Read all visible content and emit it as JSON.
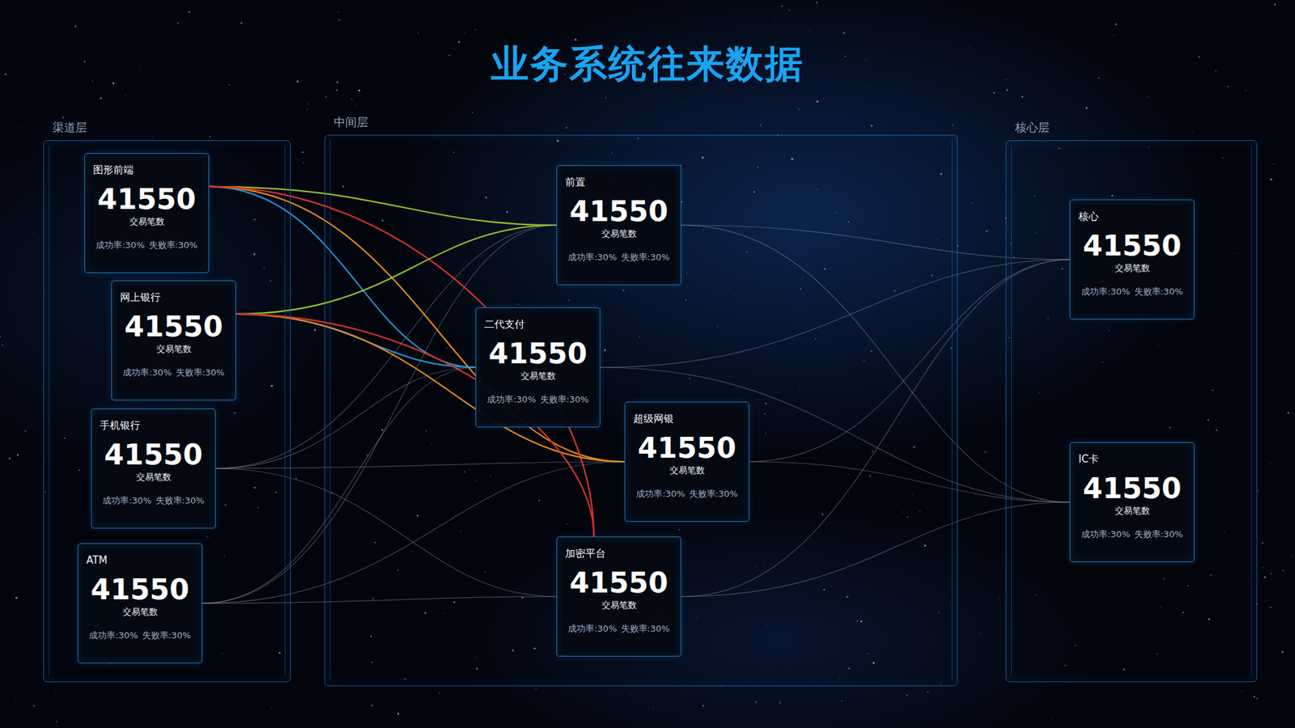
{
  "diagram": {
    "title": "业务系统往来数据",
    "nodes": [
      {
        "text": [
          "渠道层"
        ]
      },
      {
        "text": [
          "图形前端",
          "41550",
          "交易笔数",
          "成功率:30%",
          "失败率:30%"
        ],
        "in": 0
      },
      {
        "text": [
          "网上银行",
          "41550",
          "交易笔数",
          "成功率:30%",
          "失败率:30%"
        ],
        "in": 0
      },
      {
        "text": [
          "手机银行",
          "41550",
          "交易笔数",
          "成功率:30%",
          "失败率:30%"
        ],
        "in": 0
      },
      {
        "text": [
          "ATM",
          "41550",
          "交易笔数",
          "成功率:30%",
          "失败率:30%"
        ],
        "in": 0
      },
      {
        "text": [
          "中间层"
        ]
      },
      {
        "text": [
          "前置",
          "41550",
          "交易笔数",
          "成功率:30%",
          "失败率:30%"
        ],
        "in": 5
      },
      {
        "text": [
          "二代支付",
          "41550",
          "交易笔数",
          "成功率:30%",
          "失败率:30%"
        ],
        "in": 5
      },
      {
        "text": [
          "超级网银",
          "41550",
          "交易笔数",
          "成功率:30%",
          "失败率:30%"
        ],
        "in": 5
      },
      {
        "text": [
          "加密平台",
          "41550",
          "交易笔数",
          "成功率:30%",
          "失败率:30%"
        ],
        "in": 5
      },
      {
        "text": [
          "核心层"
        ]
      },
      {
        "text": [
          "核心",
          "41550",
          "交易笔数",
          "成功率:30%",
          "失败率:30%"
        ],
        "in": 10
      },
      {
        "text": [
          "IC卡",
          "41550",
          "交易笔数",
          "成功率:30%",
          "失败率:30%"
        ],
        "in": 10
      }
    ],
    "edges": [
      {
        "from": 1,
        "to": 6,
        "arrow": "none"
      },
      {
        "from": 1,
        "to": 7,
        "arrow": "none"
      },
      {
        "from": 1,
        "to": 8,
        "arrow": "none"
      },
      {
        "from": 1,
        "to": 9,
        "arrow": "none"
      },
      {
        "from": 2,
        "to": 6,
        "arrow": "none"
      },
      {
        "from": 2,
        "to": 7,
        "arrow": "none"
      },
      {
        "from": 2,
        "to": 8,
        "arrow": "none"
      },
      {
        "from": 2,
        "to": 9,
        "arrow": "none"
      },
      {
        "from": 3,
        "to": 6,
        "arrow": "none"
      },
      {
        "from": 3,
        "to": 7,
        "arrow": "none"
      },
      {
        "from": 3,
        "to": 8,
        "arrow": "none"
      },
      {
        "from": 3,
        "to": 9,
        "arrow": "none"
      },
      {
        "from": 4,
        "to": 6,
        "arrow": "none"
      },
      {
        "from": 4,
        "to": 7,
        "arrow": "none"
      },
      {
        "from": 4,
        "to": 8,
        "arrow": "none"
      },
      {
        "from": 4,
        "to": 9,
        "arrow": "none"
      },
      {
        "from": 6,
        "to": 11,
        "arrow": "none"
      },
      {
        "from": 7,
        "to": 11,
        "arrow": "none"
      },
      {
        "from": 8,
        "to": 11,
        "arrow": "none"
      },
      {
        "from": 9,
        "to": 11,
        "arrow": "none"
      },
      {
        "from": 6,
        "to": 12,
        "arrow": "none"
      },
      {
        "from": 7,
        "to": 12,
        "arrow": "none"
      },
      {
        "from": 8,
        "to": 12,
        "arrow": "none"
      },
      {
        "from": 9,
        "to": 12,
        "arrow": "none"
      }
    ]
  }
}
